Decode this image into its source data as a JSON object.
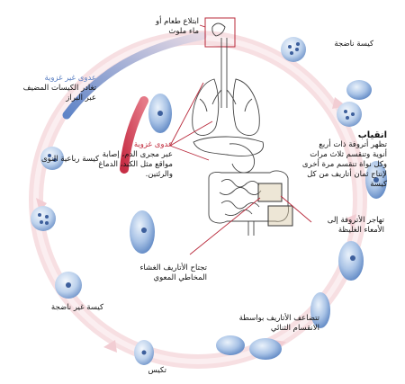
{
  "labels": {
    "ingestion": [
      "ابتلاع طعام أو",
      "ماء ملوث"
    ],
    "mature_cyst": "كيسة ناضجة",
    "excystation_title": "انقياب",
    "excystation_desc": [
      "تظهر أتروفة ذات أربع",
      "أنوية وتنقسم ثلاث مرات",
      "وكل نواة تنقسم مرة أخرى",
      "لإنتاج ثمان أتاريف من كل",
      "كيسة"
    ],
    "migration": [
      "تهاجر الأتروفة إلى",
      "الأمعاء الغليظة"
    ],
    "mucosal_invasion": [
      "تجتاح الأتاريف الغشاء",
      "المخاطي المعوي"
    ],
    "binary_fission": [
      "تتضاعف الأتاريف بواسطة",
      "الانقسام الثنائي"
    ],
    "encystation": "تكيس",
    "immature_cyst": "كيسة غير ناضجة",
    "quadrinucleate_cyst": "كيسة رباعية النوى",
    "noninvasive_title": "عدوى غير غزوية",
    "noninvasive_desc": [
      "تغادر الكيسات المضيف",
      "عبر البراز"
    ],
    "invasive_title": "عدوى غزوية",
    "invasive_desc": [
      "عبر مجرى الدم، إصابة",
      "مواقع مثل الكبد، الدماغ",
      "والرئتين."
    ]
  },
  "colors": {
    "cycle_ring": "#f6dcdf",
    "invasive_arrow": "#c9344a",
    "noninvasive_arrow": "#9fb3dc",
    "cell_fill": "#7fa3d4",
    "organ_stroke": "#444444",
    "pointer_line": "#b8283a"
  }
}
